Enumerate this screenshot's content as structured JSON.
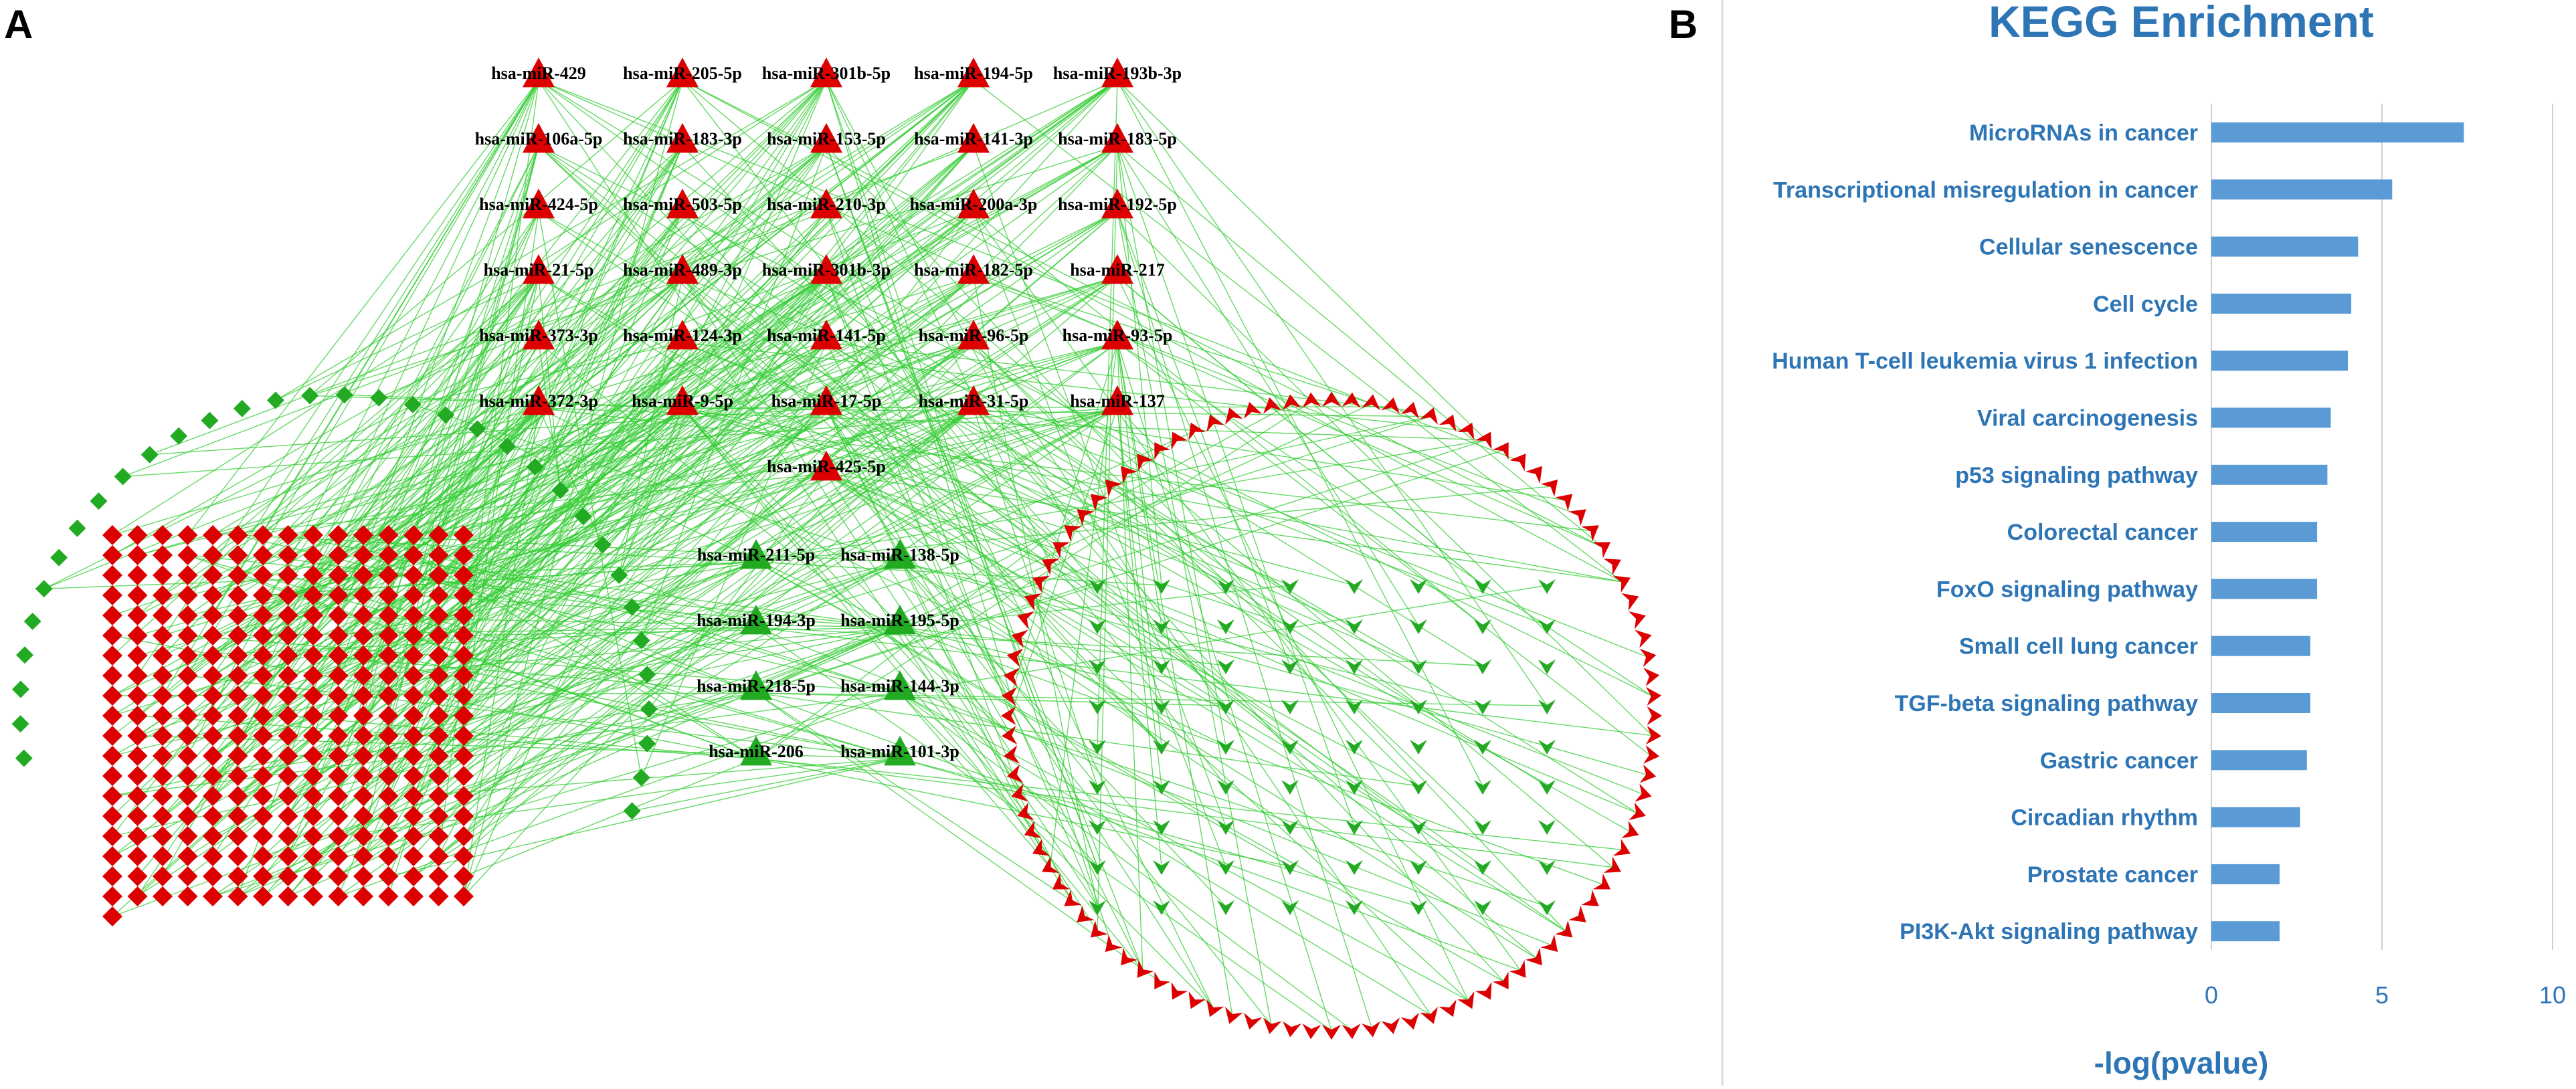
{
  "panels": {
    "a_label": "A",
    "b_label": "B"
  },
  "network": {
    "edge_color": "#33cc33",
    "up_color": "#dd0000",
    "down_color": "#22aa22",
    "mirnas_up": [
      [
        "hsa-miR-429",
        "hsa-miR-205-5p",
        "hsa-miR-301b-5p",
        "hsa-miR-194-5p",
        "hsa-miR-193b-3p"
      ],
      [
        "hsa-miR-106a-5p",
        "hsa-miR-183-3p",
        "hsa-miR-153-5p",
        "hsa-miR-141-3p",
        "hsa-miR-183-5p"
      ],
      [
        "hsa-miR-424-5p",
        "hsa-miR-503-5p",
        "hsa-miR-210-3p",
        "hsa-miR-200a-3p",
        "hsa-miR-192-5p"
      ],
      [
        "hsa-miR-21-5p",
        "hsa-miR-489-3p",
        "hsa-miR-301b-3p",
        "hsa-miR-182-5p",
        "hsa-miR-217"
      ],
      [
        "hsa-miR-373-3p",
        "hsa-miR-124-3p",
        "hsa-miR-141-5p",
        "hsa-miR-96-5p",
        "hsa-miR-93-5p"
      ],
      [
        "hsa-miR-372-3p",
        "hsa-miR-9-5p",
        "hsa-miR-17-5p",
        "hsa-miR-31-5p",
        "hsa-miR-137"
      ],
      [
        "hsa-miR-425-5p"
      ]
    ],
    "mirnas_down": [
      [
        "hsa-miR-211-5p",
        "hsa-miR-138-5p"
      ],
      [
        "hsa-miR-194-3p",
        "hsa-miR-195-5p"
      ],
      [
        "hsa-miR-218-5p",
        "hsa-miR-144-3p"
      ],
      [
        "hsa-miR-206",
        "hsa-miR-101-3p"
      ]
    ]
  },
  "chart_data": {
    "type": "bar",
    "orientation": "horizontal",
    "title": "KEGG Enrichment",
    "xlabel": "-log(pvalue)",
    "ylabel": "",
    "categories": [
      "MicroRNAs in cancer",
      "Transcriptional misregulation in cancer",
      "Cellular senescence",
      "Cell cycle",
      "Human T-cell leukemia virus 1 infection",
      "Viral carcinogenesis",
      "p53 signaling pathway",
      "Colorectal cancer",
      "FoxO signaling pathway",
      "Small cell lung cancer",
      "TGF-beta signaling pathway",
      "Gastric cancer",
      "Circadian rhythm",
      "Prostate cancer",
      "PI3K-Akt signaling pathway"
    ],
    "values": [
      7.4,
      5.3,
      4.3,
      4.1,
      4.0,
      3.5,
      3.4,
      3.1,
      3.1,
      2.9,
      2.9,
      2.8,
      2.6,
      2.0,
      2.0
    ],
    "xlim": [
      0,
      10
    ],
    "xticks": [
      "0",
      "5",
      "10"
    ],
    "grid": true,
    "bar_color": "#5b9bd5",
    "text_color": "#2e75b6"
  }
}
